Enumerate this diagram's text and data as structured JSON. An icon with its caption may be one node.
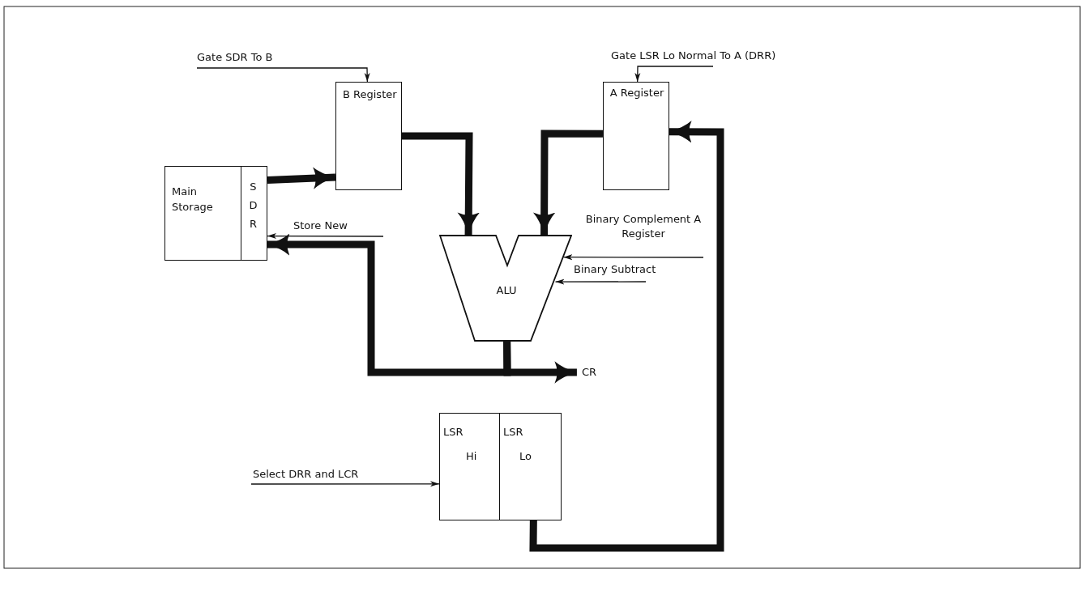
{
  "diagram": {
    "nodes": [
      {
        "text": [
          "Main Storage"
        ]
      },
      {
        "text": [
          "SDR"
        ]
      },
      {
        "text": [
          "B Register"
        ]
      },
      {
        "text": [
          "A Register"
        ]
      },
      {
        "text": [
          "ALU"
        ]
      },
      {
        "text": [
          "CR"
        ]
      },
      {
        "text": [
          "LSR",
          "Hi"
        ]
      },
      {
        "text": [
          "LSR",
          "Lo"
        ]
      }
    ],
    "edges": [
      {
        "from": 1,
        "to": 2,
        "arrow": "to",
        "style": "thick"
      },
      {
        "from": 2,
        "to": 4,
        "arrow": "to",
        "style": "thick"
      },
      {
        "from": 3,
        "to": 4,
        "arrow": "to",
        "style": "thick"
      },
      {
        "from": 4,
        "to": 1,
        "arrow": "to",
        "style": "thick"
      },
      {
        "from": 4,
        "to": 5,
        "arrow": "to",
        "style": "thick"
      },
      {
        "from": 7,
        "to": 3,
        "arrow": "to",
        "style": "thick"
      },
      {
        "from": null,
        "to": 2,
        "arrow": "to",
        "label": "Gate SDR To B"
      },
      {
        "from": null,
        "to": 3,
        "arrow": "to",
        "label": "Gate LSR Lo Normal To A (DRR)"
      },
      {
        "from": null,
        "to": 1,
        "arrow": "to",
        "label": "Store New"
      },
      {
        "from": null,
        "to": 4,
        "arrow": "to",
        "label": "Binary Complement A Register"
      },
      {
        "from": null,
        "to": 4,
        "arrow": "to",
        "label": "Binary Subtract"
      },
      {
        "from": null,
        "to": 6,
        "arrow": "to",
        "label": "Select DRR and LCR"
      }
    ]
  }
}
